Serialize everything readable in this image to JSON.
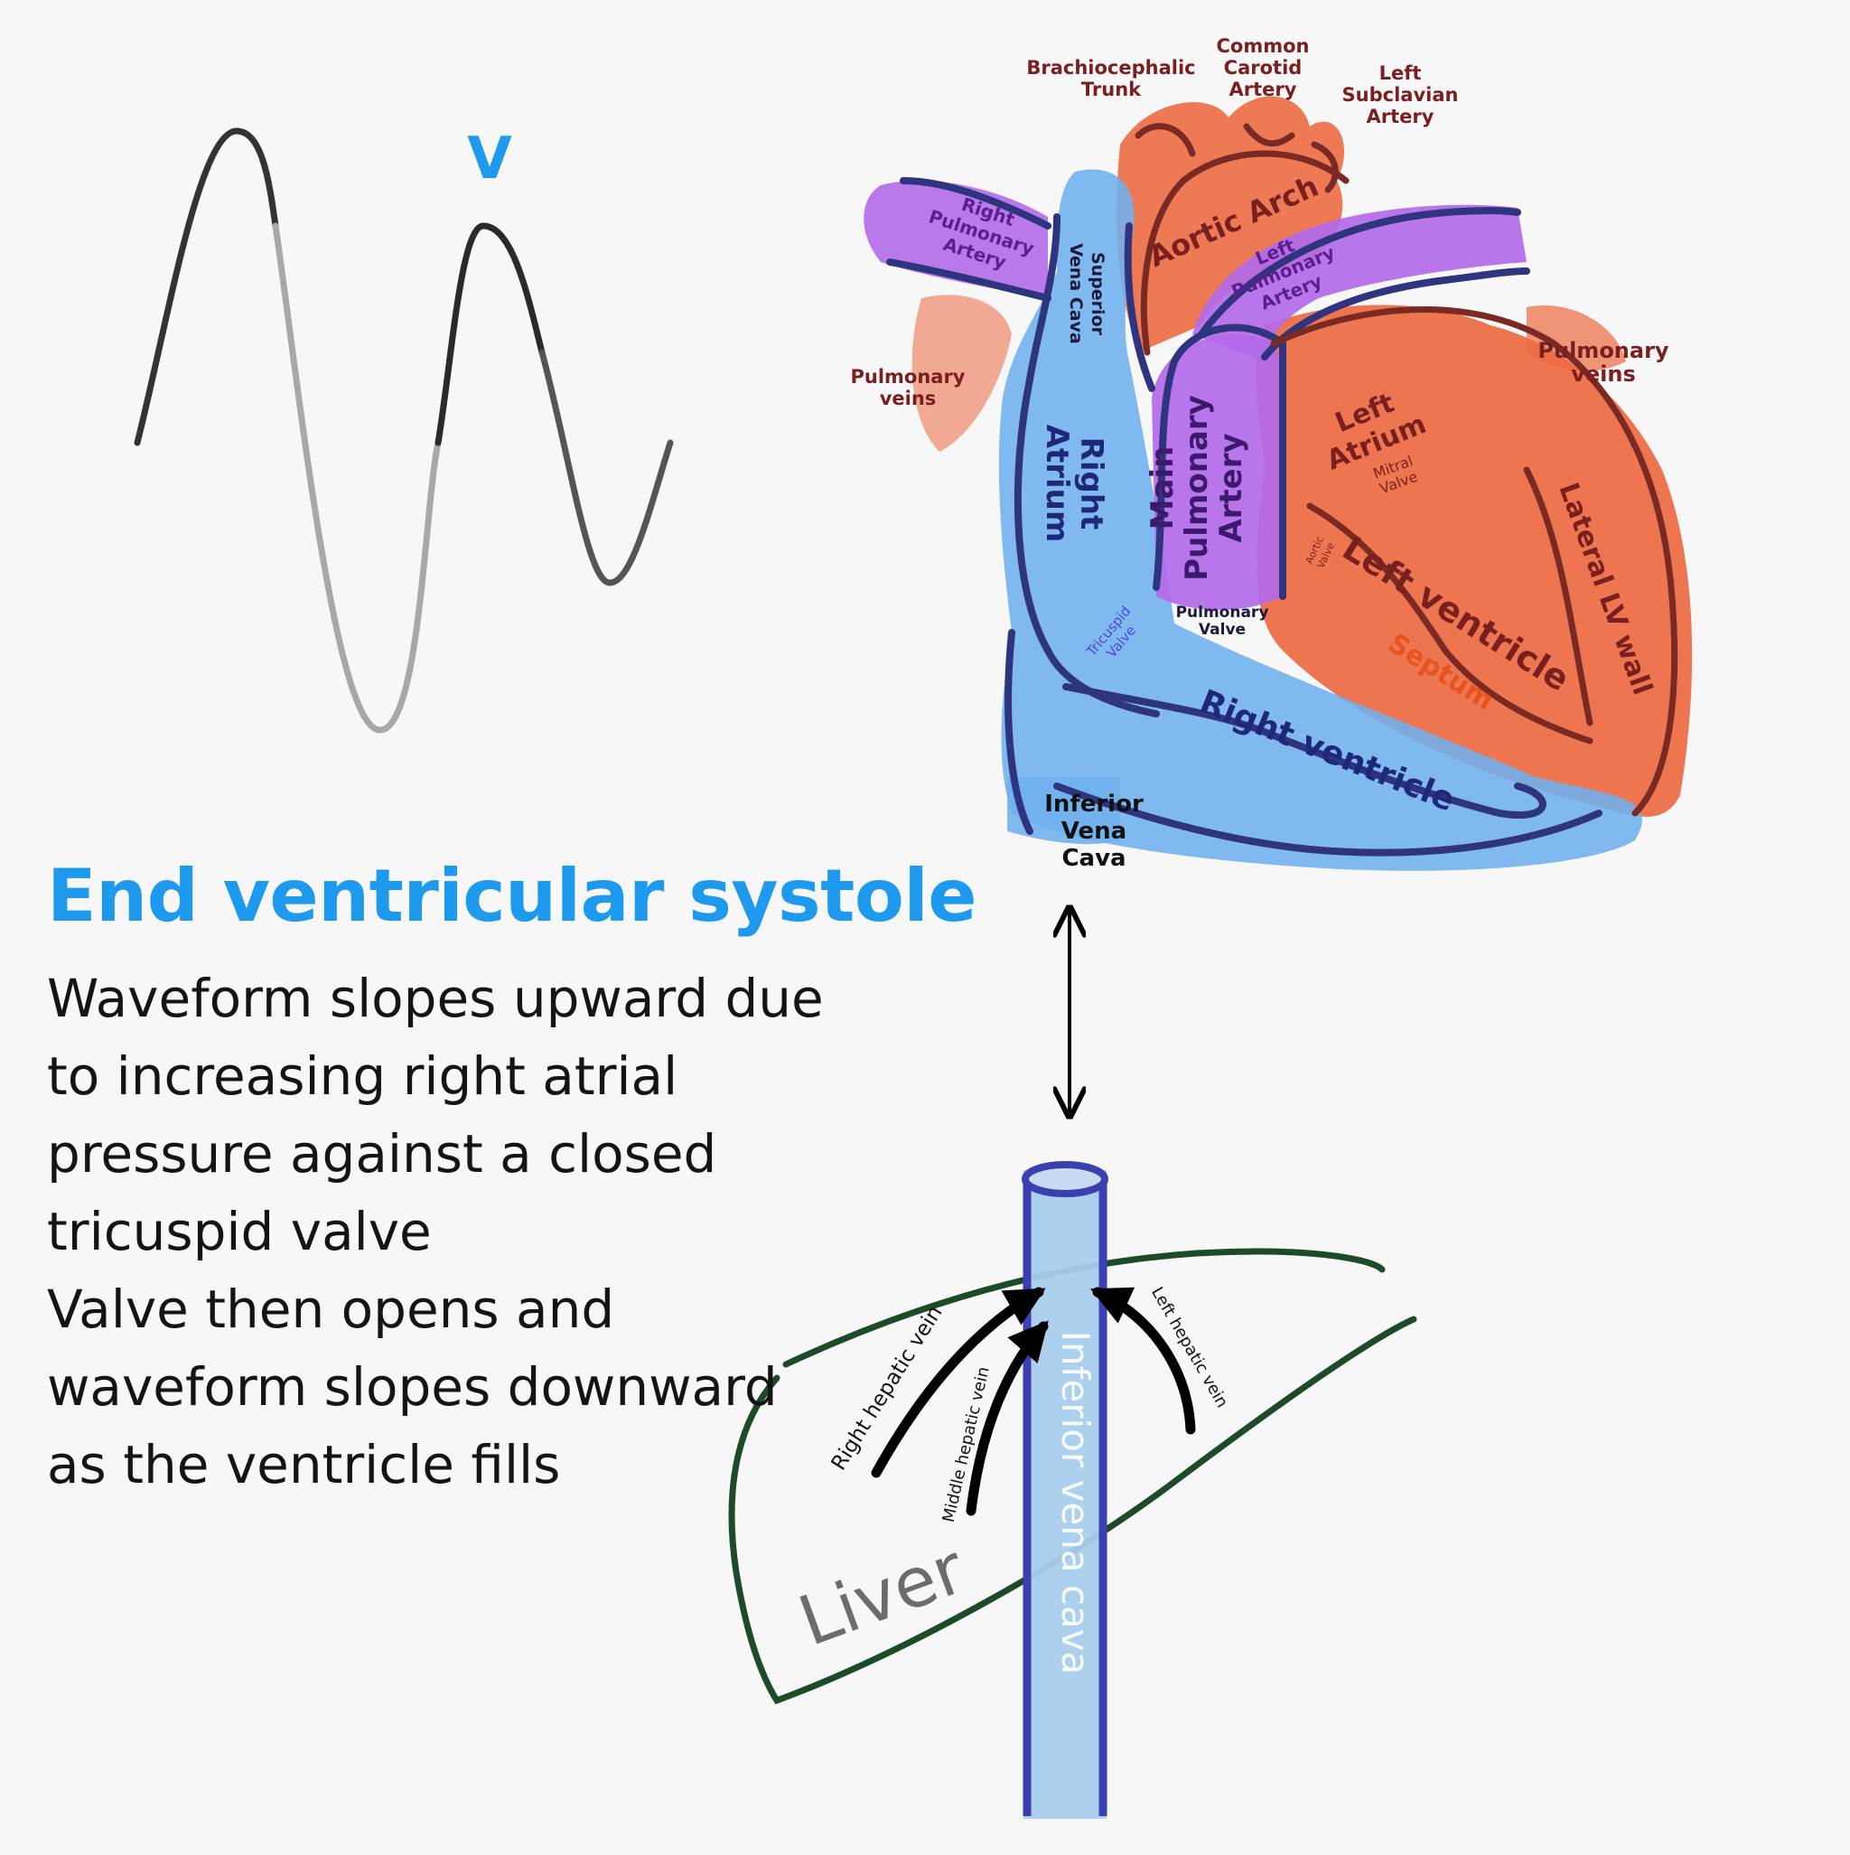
{
  "colors": {
    "accent_blue": "#1d99ee",
    "artery_red": "#ec6a42",
    "vein_blue": "#6fb1ee",
    "pulmonary_purple": "#b36ae8",
    "outline_navy": "#2f347e",
    "label_maroon": "#7a1f1f",
    "liver_green": "#1d4a28",
    "ivc_blue": "#a9cdee",
    "ivc_outline": "#3b3fb0"
  },
  "waveform": {
    "peak_label": "V"
  },
  "caption": {
    "title": "End ventricular systole",
    "lines": [
      "Waveform slopes upward due",
      "to increasing right atrial",
      "pressure against a closed",
      "tricuspid valve",
      "Valve then opens and",
      "waveform slopes downward",
      "as the ventricle fills"
    ]
  },
  "heart_labels": {
    "brachiocephalic_1": "Brachiocephalic",
    "brachiocephalic_2": "Trunk",
    "carotid_1": "Common",
    "carotid_2": "Carotid",
    "carotid_3": "Artery",
    "subclavian_1": "Left",
    "subclavian_2": "Subclavian",
    "subclavian_3": "Artery",
    "aortic_arch": "Aortic Arch",
    "rpa_1": "Right",
    "rpa_2": "Pulmonary",
    "rpa_3": "Artery",
    "svc_1": "Superior",
    "svc_2": "Vena Cava",
    "lpa_1": "Left",
    "lpa_2": "Pulmonary",
    "lpa_3": "Artery",
    "pulm_veins_left_1": "Pulmonary",
    "pulm_veins_left_2": "veins",
    "pulm_veins_right_1": "Pulmonary",
    "pulm_veins_right_2": "veins",
    "right_atrium_1": "Right",
    "right_atrium_2": "Atrium",
    "main_pa_1": "Main",
    "main_pa_2": "Pulmonary",
    "main_pa_3": "Artery",
    "left_atrium_1": "Left",
    "left_atrium_2": "Atrium",
    "mitral_1": "Mitral",
    "mitral_2": "Valve",
    "aortic_valve_1": "Aortic",
    "aortic_valve_2": "Valve",
    "left_ventricle": "Left ventricle",
    "septum": "Septum",
    "lateral_lv_wall": "Lateral LV wall",
    "tricuspid_1": "Tricuspid",
    "tricuspid_2": "Valve",
    "pulm_valve_1": "Pulmonary",
    "pulm_valve_2": "Valve",
    "right_ventricle": "Right ventricle",
    "ivc_1": "Inferior",
    "ivc_2": "Vena",
    "ivc_3": "Cava"
  },
  "liver_labels": {
    "right_hepatic": "Right hepatic vein",
    "middle_hepatic": "Middle hepatic vein",
    "left_hepatic": "Left hepatic vein",
    "ivc": "Inferior vena cava",
    "liver": "Liver"
  }
}
